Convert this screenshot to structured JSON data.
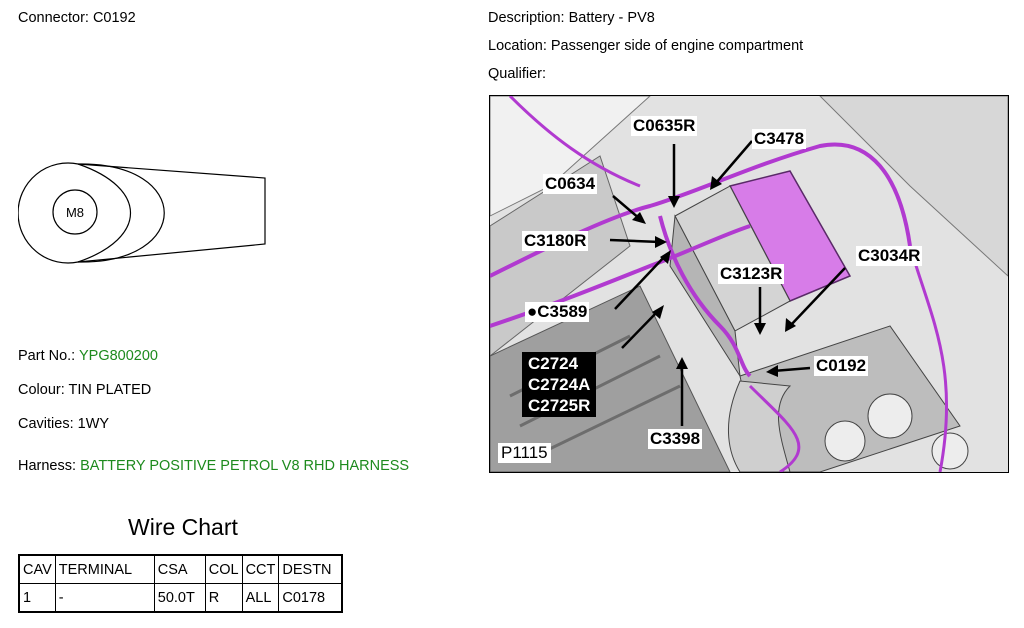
{
  "header": {
    "connector": "Connector: C0192",
    "description": "Description: Battery - PV8",
    "location": "Location: Passenger side of engine compartment",
    "qualifier": "Qualifier:"
  },
  "terminal": {
    "label": "M8"
  },
  "details": {
    "part_label": "Part No.: ",
    "part_value": "YPG800200",
    "colour": "Colour: TIN PLATED",
    "cavities": "Cavities: 1WY",
    "harness_label": "Harness: ",
    "harness_value": "BATTERY POSITIVE PETROL V8 RHD HARNESS"
  },
  "photo": {
    "ref": "P1115",
    "labels": {
      "c0635r": "C0635R",
      "c3478": "C3478",
      "c0634": "C0634",
      "c3180r": "C3180R",
      "c3123r": "C3123R",
      "c3034r": "C3034R",
      "c3589": "C3589",
      "c0192": "C0192",
      "c3398": "C3398",
      "c2724": "C2724",
      "c2724a": "C2724A",
      "c2725r": "C2725R"
    },
    "colors": {
      "harness": "#b13ad0",
      "battery": "#d77ce8",
      "engine": "#8a8a8a"
    }
  },
  "wire_chart": {
    "title": "Wire Chart",
    "headers": [
      "CAV",
      "TERMINAL",
      "CSA",
      "COL",
      "CCT",
      "DESTN"
    ],
    "rows": [
      [
        "1",
        "-",
        "50.0T",
        "R",
        "ALL",
        "C0178"
      ]
    ]
  }
}
